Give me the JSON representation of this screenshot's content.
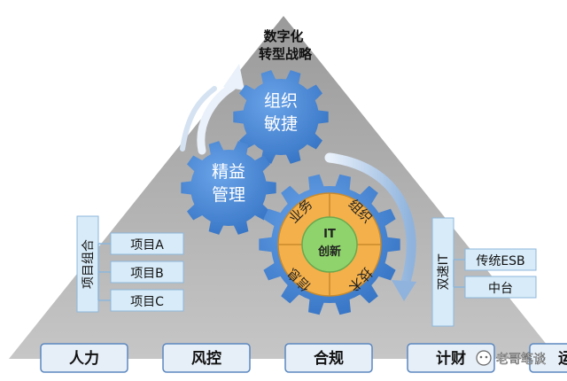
{
  "title": {
    "line1": "数字化",
    "line2": "转型战略"
  },
  "gears": {
    "agile": {
      "line1": "组织",
      "line2": "敏捷"
    },
    "lean": {
      "line1": "精益",
      "line2": "管理"
    }
  },
  "innovation": {
    "center_line1": "IT",
    "center_line2": "创新",
    "quadrants": {
      "top_left": "业务",
      "top_right": "组织",
      "bottom_left": "信息",
      "bottom_right": "技术"
    }
  },
  "left_panel": {
    "label": "项目组合",
    "items": [
      "项目A",
      "项目B",
      "项目C"
    ]
  },
  "right_panel": {
    "label": "双速IT",
    "items": [
      "传统ESB",
      "中台"
    ]
  },
  "bottom_bar": [
    "人力",
    "风控",
    "合规",
    "计财",
    "运营"
  ],
  "watermark": "老哥笔谈",
  "colors": {
    "triangle": "#b3b3b3",
    "gear_blue": "#3f7fd0",
    "gear_text": "#ffffff",
    "ring_orange": "#f4b04a",
    "center_green": "#8ed36b",
    "panel_fill": "#d8ebf8",
    "panel_border": "#8cb7dc",
    "bottom_fill": "#e6eef7",
    "bottom_border": "#5b87bf"
  }
}
